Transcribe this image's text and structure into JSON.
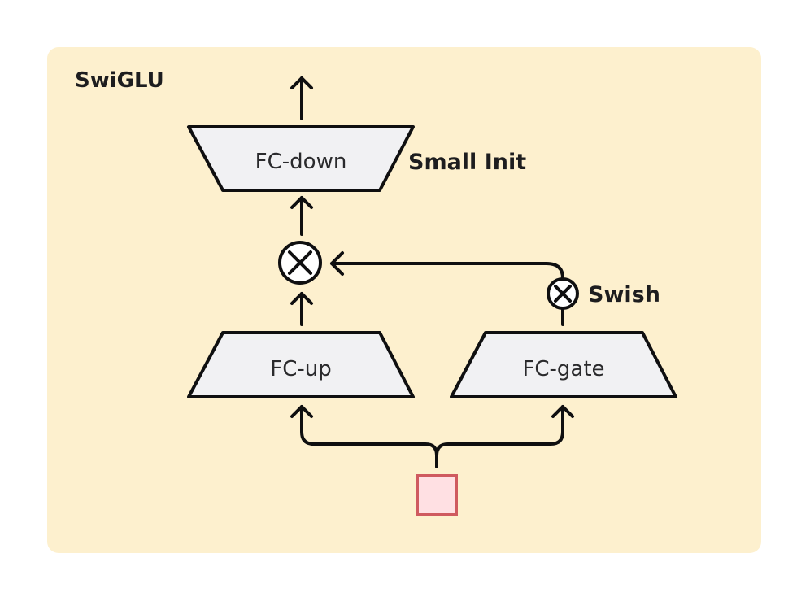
{
  "panel": {
    "title": "SwiGLU",
    "background_color": "#fdf0ce",
    "box_fill": "#f1f1f3",
    "input_fill": "#ffe0e3",
    "input_stroke": "#cf5a5f"
  },
  "blocks": {
    "fc_down": "FC-down",
    "fc_up": "FC-up",
    "fc_gate": "FC-gate"
  },
  "annotations": {
    "small_init": "Small Init",
    "swish": "Swish"
  },
  "icons": {
    "multiply_node": "circle-times-icon",
    "swish_node": "circle-times-icon",
    "arrows": "arrow-up-icon"
  }
}
